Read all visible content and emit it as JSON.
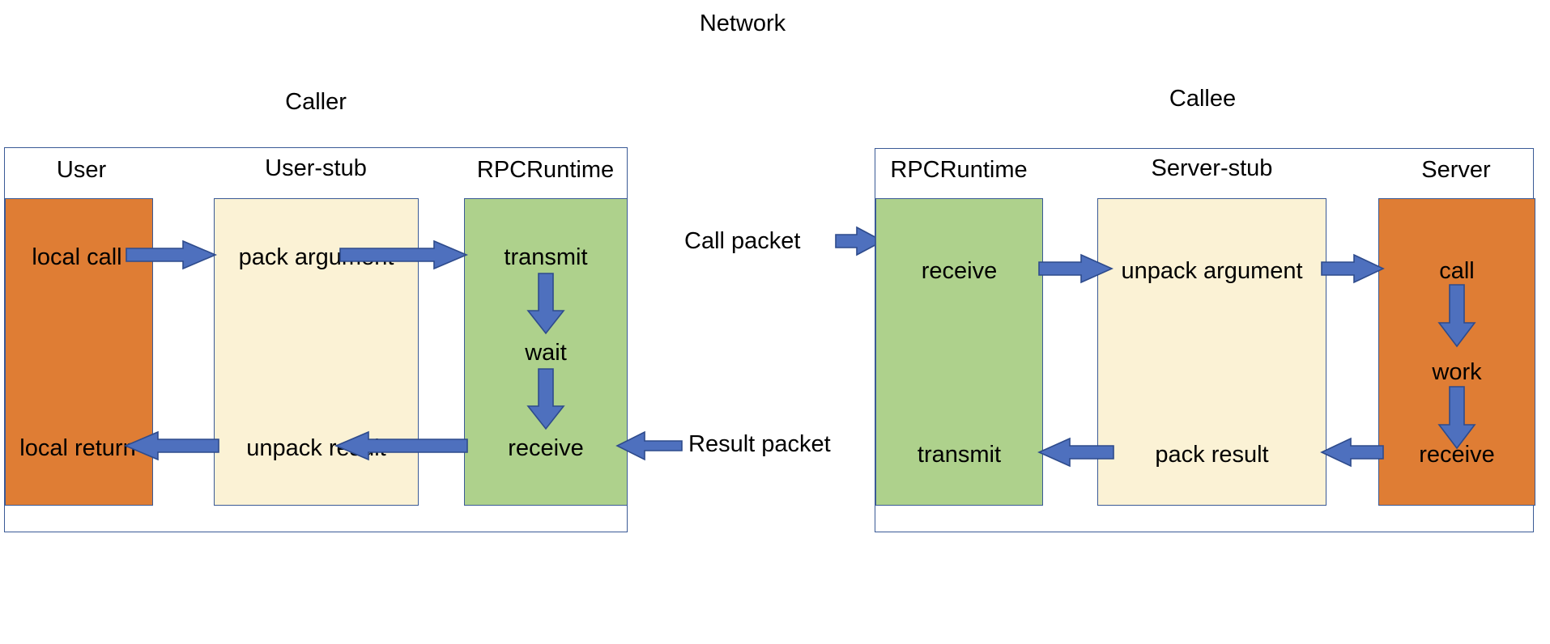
{
  "diagram": {
    "title": "Network",
    "colors": {
      "orange": "#DF7D34",
      "green": "#AED18C",
      "cream": "#FBF2D5",
      "arrow_fill": "#4E70BE",
      "arrow_stroke": "#2E4B8C",
      "box_border": "#3A5A96",
      "background": "#FFFFFF"
    },
    "caller": {
      "title": "Caller",
      "columns": [
        {
          "header": "User",
          "color": "orange",
          "steps": [
            "local call",
            "local return"
          ]
        },
        {
          "header": "User-stub",
          "color": "cream",
          "steps": [
            "pack argument",
            "unpack result"
          ]
        },
        {
          "header": "RPCRuntime",
          "color": "green",
          "steps": [
            "transmit",
            "wait",
            "receive"
          ]
        }
      ]
    },
    "callee": {
      "title": "Callee",
      "columns": [
        {
          "header": "RPCRuntime",
          "color": "green",
          "steps": [
            "receive",
            "transmit"
          ]
        },
        {
          "header": "Server-stub",
          "color": "cream",
          "steps": [
            "unpack argument",
            "pack result"
          ]
        },
        {
          "header": "Server",
          "color": "orange",
          "steps": [
            "call",
            "work",
            "receive"
          ]
        }
      ]
    },
    "network": {
      "call_packet": "Call packet",
      "result_packet": "Result packet"
    }
  }
}
